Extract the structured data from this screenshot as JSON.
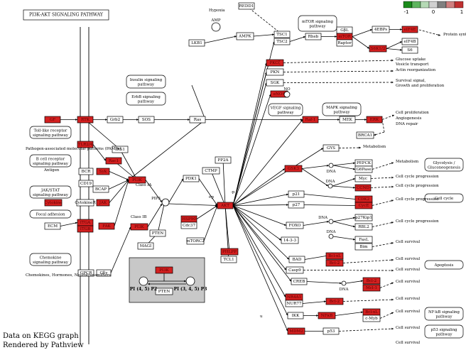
{
  "title": "PI3K-AKT SIGNALING PATHWAY",
  "footer": {
    "line1": "Data on KEGG graph",
    "line2": "Rendered by Pathview"
  },
  "colorbar": {
    "colors": [
      "#1a8a1a",
      "#5fb55f",
      "#b5d9b5",
      "#d0d0d0",
      "#808080",
      "#d08080",
      "#c03030"
    ],
    "min": "-1",
    "mid": "0",
    "max": "1"
  },
  "inset_colors": {
    "box": "#c8c8c8"
  },
  "nodes": [
    {
      "id": "redd1",
      "label": "REDD1",
      "status": "white"
    },
    {
      "id": "ampk",
      "label": "AMPK",
      "status": "white"
    },
    {
      "id": "lkb1",
      "label": "LKB1",
      "status": "white"
    },
    {
      "id": "tsc1",
      "label": "TSC1",
      "status": "white"
    },
    {
      "id": "tsc2",
      "label": "TSC2",
      "status": "white"
    },
    {
      "id": "rheb",
      "label": "Rheb",
      "status": "white"
    },
    {
      "id": "gbl",
      "label": "GβL",
      "status": "white"
    },
    {
      "id": "mtor",
      "label": "mTOR",
      "status": "red"
    },
    {
      "id": "raptor",
      "label": "Raptor",
      "status": "white"
    },
    {
      "id": "4ebp",
      "label": "4EBPs",
      "status": "white"
    },
    {
      "id": "eif4e",
      "label": "eIF4E",
      "status": "red"
    },
    {
      "id": "eif4b",
      "label": "eIF4B",
      "status": "white"
    },
    {
      "id": "s6k",
      "label": "S6K1/2",
      "status": "red"
    },
    {
      "id": "s6",
      "label": "S6",
      "status": "white"
    },
    {
      "id": "pkcz",
      "label": "PKCζ",
      "status": "red"
    },
    {
      "id": "pkn",
      "label": "PKN",
      "status": "white"
    },
    {
      "id": "sgk",
      "label": "SGK",
      "status": "white"
    },
    {
      "id": "gf",
      "label": "GF",
      "status": "red"
    },
    {
      "id": "rtk",
      "label": "RTK",
      "status": "red"
    },
    {
      "id": "grb2",
      "label": "Grb2",
      "status": "white"
    },
    {
      "id": "sos",
      "label": "SOS",
      "status": "white"
    },
    {
      "id": "ras",
      "label": "Ras",
      "status": "white"
    },
    {
      "id": "enos",
      "label": "eNOS",
      "status": "red"
    },
    {
      "id": "raf1",
      "label": "Raf-1",
      "status": "red"
    },
    {
      "id": "mek",
      "label": "MEK",
      "status": "white"
    },
    {
      "id": "erk",
      "label": "ERK",
      "status": "red"
    },
    {
      "id": "brca1",
      "label": "BRCA1",
      "status": "white"
    },
    {
      "id": "tlr",
      "label": "TLR2/4",
      "status": "red"
    },
    {
      "id": "irs1",
      "label": "IRS1",
      "status": "white"
    },
    {
      "id": "rac1",
      "label": "Rac1",
      "status": "red"
    },
    {
      "id": "bcr",
      "label": "BCR",
      "status": "white"
    },
    {
      "id": "syk",
      "label": "Syk",
      "status": "red"
    },
    {
      "id": "cd19",
      "label": "CD19",
      "status": "white"
    },
    {
      "id": "bcap",
      "label": "BCAP",
      "status": "white"
    },
    {
      "id": "pi3k1",
      "label": "PI3K",
      "status": "red"
    },
    {
      "id": "cytokine",
      "label": "Cytokine",
      "status": "red"
    },
    {
      "id": "cytokiner",
      "label": "CytokineR",
      "status": "white"
    },
    {
      "id": "jak",
      "label": "JAK",
      "status": "red"
    },
    {
      "id": "ecm",
      "label": "ECM",
      "status": "white"
    },
    {
      "id": "itga",
      "label": "ITGA",
      "status": "red"
    },
    {
      "id": "itgb",
      "label": "ITGB",
      "status": "red"
    },
    {
      "id": "fak",
      "label": "FAK",
      "status": "red"
    },
    {
      "id": "pi3k2",
      "label": "PI3K",
      "status": "red"
    },
    {
      "id": "gpcr",
      "label": "GPCR",
      "status": "white"
    },
    {
      "id": "gby",
      "label": "Gβγ",
      "status": "white"
    },
    {
      "id": "pdk1",
      "label": "PDK1",
      "status": "white"
    },
    {
      "id": "ctmp",
      "label": "CTMP",
      "status": "white"
    },
    {
      "id": "pp2a",
      "label": "PP2A",
      "status": "white"
    },
    {
      "id": "hsp90",
      "label": "HSP90",
      "status": "red"
    },
    {
      "id": "cdc37",
      "label": "Cdc37",
      "status": "white"
    },
    {
      "id": "mtorc2",
      "label": "mTORC2",
      "status": "white"
    },
    {
      "id": "akt",
      "label": "AKT",
      "status": "red"
    },
    {
      "id": "phlpp",
      "label": "PHLPP",
      "status": "red"
    },
    {
      "id": "tcl1",
      "label": "TCL1",
      "status": "white"
    },
    {
      "id": "pten1",
      "label": "PTEN",
      "status": "white"
    },
    {
      "id": "magi",
      "label": "MAGI",
      "status": "white"
    },
    {
      "id": "gys",
      "label": "GYS",
      "status": "white"
    },
    {
      "id": "gsk3",
      "label": "GSK3",
      "status": "red"
    },
    {
      "id": "pepck",
      "label": "PEPCK",
      "status": "white"
    },
    {
      "id": "g6pase",
      "label": "G6Pase",
      "status": "white"
    },
    {
      "id": "myc",
      "label": "Myc",
      "status": "white"
    },
    {
      "id": "ccnd",
      "label": "CCND",
      "status": "red"
    },
    {
      "id": "p21",
      "label": "p21",
      "status": "white"
    },
    {
      "id": "p27",
      "label": "p27",
      "status": "white"
    },
    {
      "id": "cdk2",
      "label": "CDK2",
      "status": "red"
    },
    {
      "id": "cyce",
      "label": "CycE",
      "status": "red"
    },
    {
      "id": "foxo",
      "label": "FOXO",
      "status": "white"
    },
    {
      "id": "p27kip1",
      "label": "p27Kip1",
      "status": "white"
    },
    {
      "id": "rbl2",
      "label": "RBL2",
      "status": "white"
    },
    {
      "id": "fasl",
      "label": "FasL",
      "status": "white"
    },
    {
      "id": "bim",
      "label": "Bim",
      "status": "white"
    },
    {
      "id": "1433",
      "label": "14-3-3",
      "status": "white"
    },
    {
      "id": "bad",
      "label": "BAD",
      "status": "white"
    },
    {
      "id": "bclxl1",
      "label": "Bcl-xL",
      "status": "red"
    },
    {
      "id": "bcl21",
      "label": "Bcl-2",
      "status": "red"
    },
    {
      "id": "casp9",
      "label": "Casp9",
      "status": "white"
    },
    {
      "id": "creb",
      "label": "CREB",
      "status": "white"
    },
    {
      "id": "bcl22",
      "label": "Bcl-2",
      "status": "red"
    },
    {
      "id": "mcl1",
      "label": "Mcl-1",
      "status": "red"
    },
    {
      "id": "nr4a1",
      "label": "NR4A1",
      "status": "red"
    },
    {
      "id": "nur77",
      "label": "NUR77",
      "status": "white"
    },
    {
      "id": "bcl23",
      "label": "Bcl-2",
      "status": "red"
    },
    {
      "id": "ikk",
      "label": "IKK",
      "status": "white"
    },
    {
      "id": "nfkb",
      "label": "NFκB",
      "status": "red"
    },
    {
      "id": "bclxl2",
      "label": "Bcl-xL",
      "status": "red"
    },
    {
      "id": "cmyb",
      "label": "c-Myb",
      "status": "white"
    },
    {
      "id": "mdm2",
      "label": "MDM2",
      "status": "red"
    },
    {
      "id": "p53",
      "label": "p53",
      "status": "white"
    },
    {
      "id": "pi3k3",
      "label": "PI3K",
      "status": "red"
    },
    {
      "id": "pten2",
      "label": "PTEN",
      "status": "white"
    }
  ],
  "pathways": [
    {
      "id": "mtor-pathway",
      "lines": [
        "mTOR signaling",
        "pathway"
      ]
    },
    {
      "id": "insulin-pathway",
      "lines": [
        "Insulin signaling",
        "pathway"
      ]
    },
    {
      "id": "erbb-pathway",
      "lines": [
        "ErbB signaling",
        "pathway"
      ]
    },
    {
      "id": "tlr-pathway",
      "lines": [
        "Toll-like receptor",
        "signaling pathway"
      ]
    },
    {
      "id": "bcr-pathway",
      "lines": [
        "B cell receptor",
        "signaling pathway"
      ]
    },
    {
      "id": "jakstat-pathway",
      "lines": [
        "JAK/STAT",
        "signaling pathway"
      ]
    },
    {
      "id": "focal-pathway",
      "lines": [
        "Focal adhesion"
      ]
    },
    {
      "id": "chemokine-pathway",
      "lines": [
        "Chemokine",
        "signaling pathway"
      ]
    },
    {
      "id": "vegf-pathway",
      "lines": [
        "VEGF signaling",
        "pathway"
      ]
    },
    {
      "id": "mapk-pathway",
      "lines": [
        "MAPK signaling",
        "pathway"
      ]
    },
    {
      "id": "glycolysis-pathway",
      "lines": [
        "Glycolysis /",
        "Gluconeogenesis"
      ]
    },
    {
      "id": "cellcycle-pathway",
      "lines": [
        "Cell cycle"
      ]
    },
    {
      "id": "apoptosis-pathway",
      "lines": [
        "Apoptosis"
      ]
    },
    {
      "id": "nfkb-pathway",
      "lines": [
        "NF-kB signaling",
        "pathway"
      ]
    },
    {
      "id": "p53-pathway",
      "lines": [
        "p53 signaling",
        "pathway"
      ]
    }
  ],
  "compounds": [
    {
      "id": "amp",
      "label": "AMP"
    },
    {
      "id": "no",
      "label": "NO"
    },
    {
      "id": "pip3",
      "label": "PIP3"
    },
    {
      "id": "dna1",
      "label": "DNA"
    },
    {
      "id": "dna2",
      "label": "DNA"
    },
    {
      "id": "dna3",
      "label": "DNA"
    },
    {
      "id": "dna4",
      "label": "DNA"
    },
    {
      "id": "dna5",
      "label": "DNA"
    },
    {
      "id": "pi45p2",
      "label": "PI (4, 5) P2"
    },
    {
      "id": "pi345p3",
      "label": "PI (3, 4, 5) P3"
    }
  ],
  "labels": [
    {
      "id": "hypoxia",
      "text": "Hypoxia"
    },
    {
      "id": "protein-synthesis",
      "text": "Protein synthesis"
    },
    {
      "id": "glucose-uptake",
      "text": "Glucose uptake"
    },
    {
      "id": "vesicle-transport",
      "text": "Vesicle transport"
    },
    {
      "id": "actin-reorg",
      "text": "Actin reorganization"
    },
    {
      "id": "survival-signal",
      "text": "Survival signal,"
    },
    {
      "id": "growth-prolif",
      "text": "Growth and proliferation"
    },
    {
      "id": "cell-prolif",
      "text": "Cell proliferation"
    },
    {
      "id": "angiogenesis",
      "text": "Angiogenesis"
    },
    {
      "id": "dna-repair",
      "text": "DNA repair"
    },
    {
      "id": "pamps",
      "text": "Pathogen-associated molecular patterns (PAMPs)"
    },
    {
      "id": "antigen",
      "text": "Antigen"
    },
    {
      "id": "chemokines",
      "text": "Chemokines, Hormones, Neurotransmitters"
    },
    {
      "id": "class-ia",
      "text": "Class IA"
    },
    {
      "id": "class-ib",
      "text": "Class IB"
    },
    {
      "id": "metabolism1",
      "text": "Metabolism"
    },
    {
      "id": "metabolism2",
      "text": "Metabolism"
    },
    {
      "id": "cellcycle-prog1",
      "text": "Cell cycle progression"
    },
    {
      "id": "cellcycle-prog2",
      "text": "Cell cycle progression"
    },
    {
      "id": "cellcycle-prog3",
      "text": "Cell cycle progression"
    },
    {
      "id": "cellcycle-prog4",
      "text": "Cell cycle progression"
    },
    {
      "id": "cell-survival1",
      "text": "Cell survival"
    },
    {
      "id": "cell-survival2",
      "text": "Cell survival"
    },
    {
      "id": "cell-survival3",
      "text": "Cell survival"
    },
    {
      "id": "cell-survival4",
      "text": "Cell survival"
    },
    {
      "id": "cell-survival5",
      "text": "Cell survival"
    },
    {
      "id": "cell-survival6",
      "text": "Cell survival"
    },
    {
      "id": "cell-survival7",
      "text": "Cell survival"
    },
    {
      "id": "cell-survival8",
      "text": "Cell survival"
    },
    {
      "id": "plus-p",
      "text": "+p"
    },
    {
      "id": "minus-p",
      "text": "-p"
    },
    {
      "id": "u-label",
      "text": "u"
    }
  ]
}
